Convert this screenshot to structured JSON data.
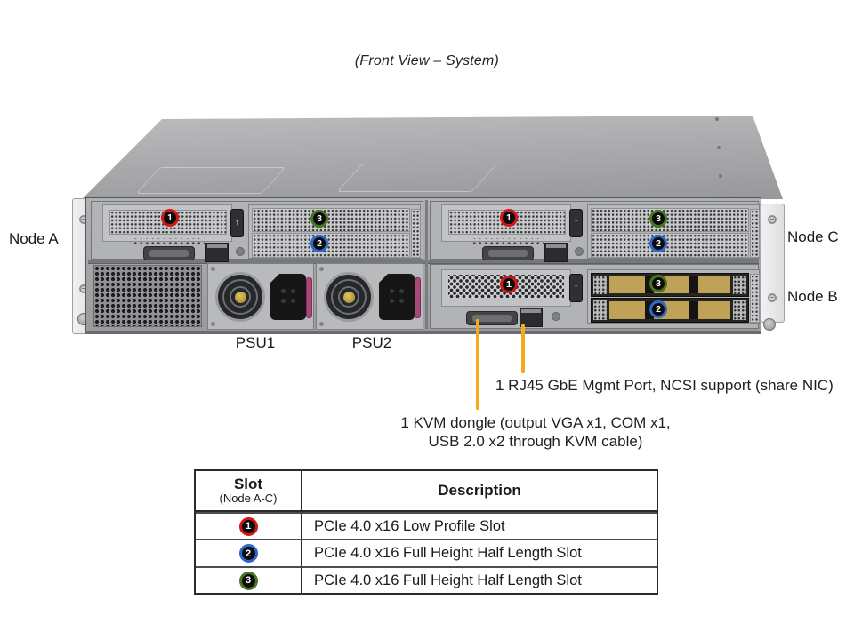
{
  "title": "(Front View – System)",
  "icons": {
    "latch_arrow": "↑"
  },
  "colors": {
    "callout_yellow": "#F3AB1C",
    "badge_ring_red": "#D11717",
    "badge_ring_blue": "#2E66CC",
    "badge_ring_green": "#47761F"
  },
  "chassis": {
    "node_labels": {
      "a": "Node A",
      "b": "Node B",
      "c": "Node C"
    },
    "psu_labels": {
      "psu1": "PSU1",
      "psu2": "PSU2"
    },
    "badges": {
      "slot1": "1",
      "slot2": "2",
      "slot3": "3"
    }
  },
  "callouts": {
    "rj45_mgmt": "1 RJ45 GbE Mgmt Port, NCSI support (share NIC)",
    "kvm_line1": "1 KVM dongle (output VGA x1, COM x1,",
    "kvm_line2": "USB 2.0 x2 through KVM cable)"
  },
  "table": {
    "header": {
      "slot_title": "Slot",
      "slot_subtitle": "(Node A-C)",
      "description": "Description"
    },
    "rows": [
      {
        "slot": "1",
        "ring": "red",
        "description": "PCIe 4.0 x16 Low Profile Slot"
      },
      {
        "slot": "2",
        "ring": "blue",
        "description": "PCIe 4.0 x16 Full Height Half Length Slot"
      },
      {
        "slot": "3",
        "ring": "green",
        "description": "PCIe 4.0 x16 Full Height Half Length Slot"
      }
    ]
  }
}
